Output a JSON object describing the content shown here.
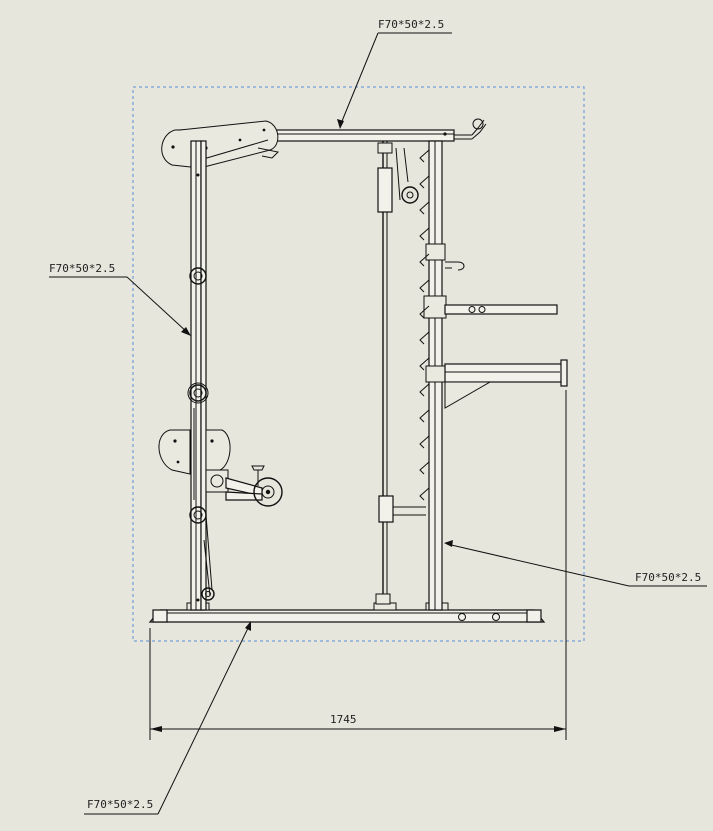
{
  "labels": {
    "top": "F70*50*2.5",
    "left": "F70*50*2.5",
    "right": "F70*50*2.5",
    "bottom": "F70*50*2.5"
  },
  "dimension": {
    "width": "1745"
  },
  "colors": {
    "background": "#e6e6dc",
    "line": "#111111",
    "bounding_box": "#5b8fd6"
  }
}
